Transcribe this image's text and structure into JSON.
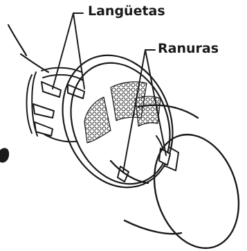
{
  "labels": {
    "tabs": "Langüetas",
    "slots": "Ranuras"
  },
  "icons": {
    "diagram": "filter-assembly-illustration"
  },
  "colors": {
    "ink": "#1a1a1a",
    "background": "#ffffff"
  }
}
